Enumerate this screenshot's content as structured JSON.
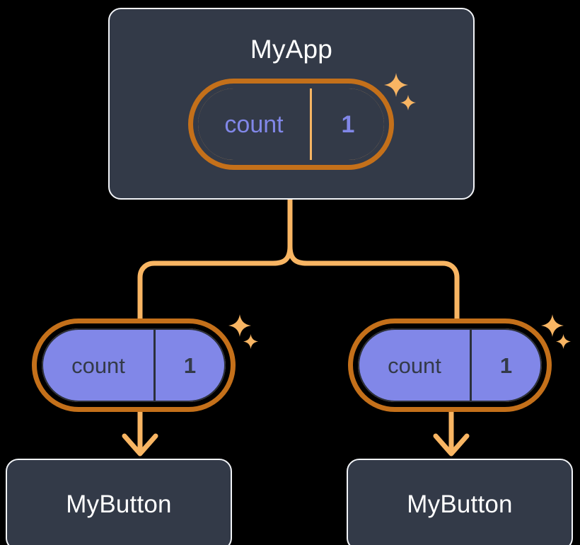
{
  "diagram": {
    "type": "component-tree",
    "background_color": "#000000",
    "palette": {
      "card_bg": "#333A48",
      "card_border": "#F2F4F8",
      "ring_outer": "#C4701A",
      "ring_inner": "#F8B563",
      "wire": "#F8B563",
      "state_value_text": "#8187E8",
      "leaf_pill_fill": "#8187E8",
      "dark_text": "#333A48",
      "white_text": "#FFFFFF"
    },
    "root": {
      "title": "MyApp",
      "state": {
        "key": "count",
        "value": "1"
      },
      "sparkle_names": [
        "sparkle-large-icon",
        "sparkle-small-icon"
      ]
    },
    "children": [
      {
        "id": "left",
        "state": {
          "key": "count",
          "value": "1"
        },
        "title": "MyButton"
      },
      {
        "id": "right",
        "state": {
          "key": "count",
          "value": "1"
        },
        "title": "MyButton"
      }
    ]
  }
}
